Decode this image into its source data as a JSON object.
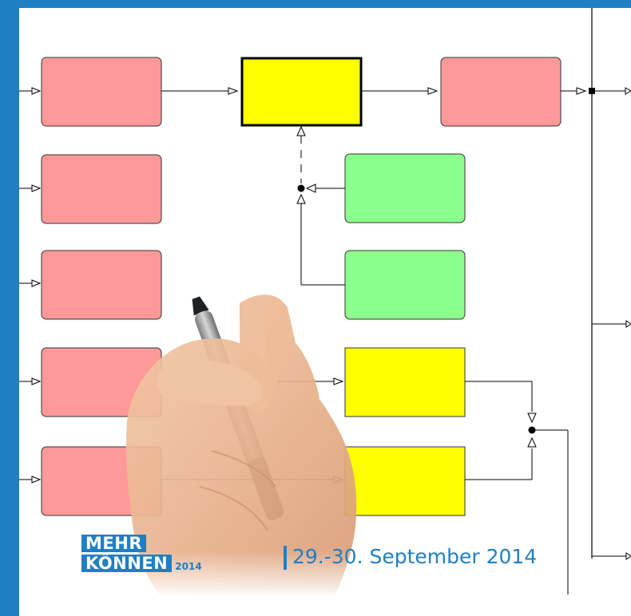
{
  "logo": {
    "line1": "MEHR",
    "line2": "KÖNNEN",
    "year": "2014"
  },
  "event": {
    "date": "29.-30. September 2014"
  },
  "colors": {
    "brand_blue": "#1f7fc4",
    "block_red": "#ff9999",
    "block_yellow": "#ffff00",
    "block_green": "#8cff8c"
  },
  "icons": {
    "hand": "hand-with-marker",
    "marker": "marker-pen"
  }
}
